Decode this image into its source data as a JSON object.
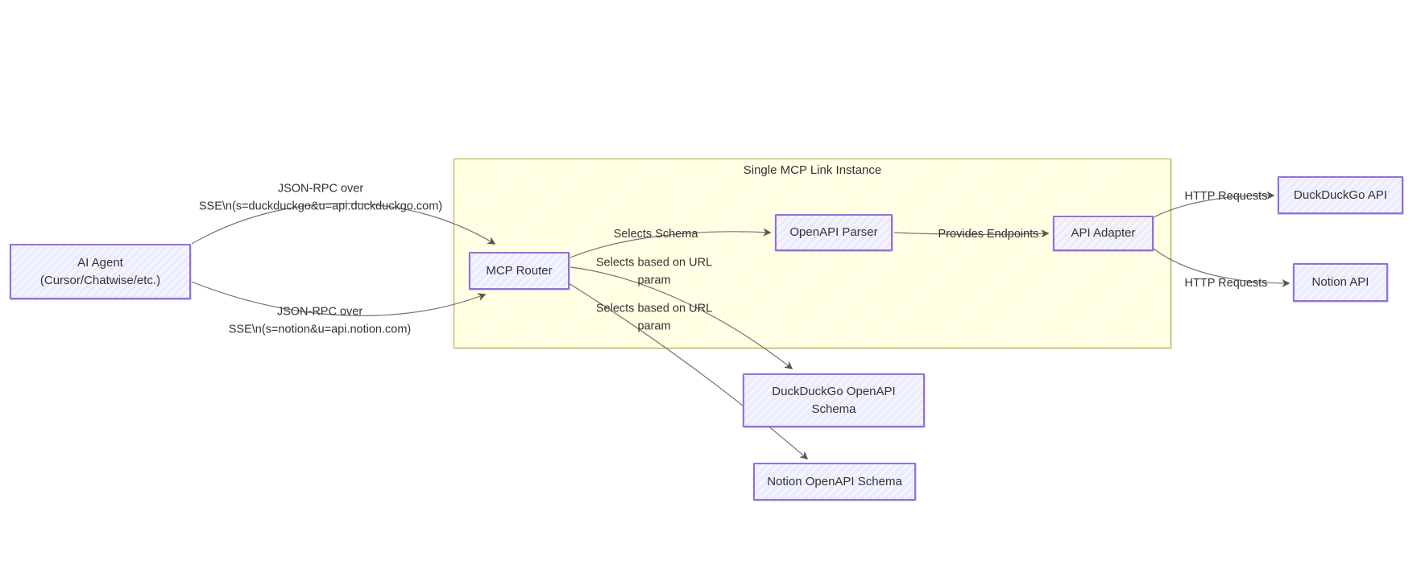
{
  "diagram": {
    "container": {
      "title": "Single MCP Link Instance"
    },
    "nodes": {
      "ai_agent": {
        "label": "AI Agent\n(Cursor/Chatwise/etc.)"
      },
      "mcp_router": {
        "label": "MCP Router"
      },
      "openapi_parser": {
        "label": "OpenAPI Parser"
      },
      "api_adapter": {
        "label": "API Adapter"
      },
      "duckduckgo_api": {
        "label": "DuckDuckGo API"
      },
      "notion_api": {
        "label": "Notion API"
      },
      "duckduckgo_schema": {
        "label": "DuckDuckGo OpenAPI\nSchema"
      },
      "notion_schema": {
        "label": "Notion OpenAPI Schema"
      }
    },
    "edge_labels": {
      "jsonrpc_duckduckgo": "JSON-RPC over\nSSE\\n(s=duckduckgo&u=api.duckduckgo.com)",
      "jsonrpc_notion": "JSON-RPC over\nSSE\\n(s=notion&u=api.notion.com)",
      "selects_schema": "Selects Schema",
      "provides_endpoints": "Provides Endpoints",
      "selects_url_param_1": "Selects based on URL\nparam",
      "selects_url_param_2": "Selects based on URL\nparam",
      "http_requests_1": "HTTP Requests",
      "http_requests_2": "HTTP Requests"
    },
    "colors": {
      "node_fill": "#ECECFF",
      "node_border": "#9370DB",
      "container_fill": "#FFFFDE",
      "container_border": "#AAAA33",
      "edge": "#666666",
      "text": "#333333"
    }
  }
}
